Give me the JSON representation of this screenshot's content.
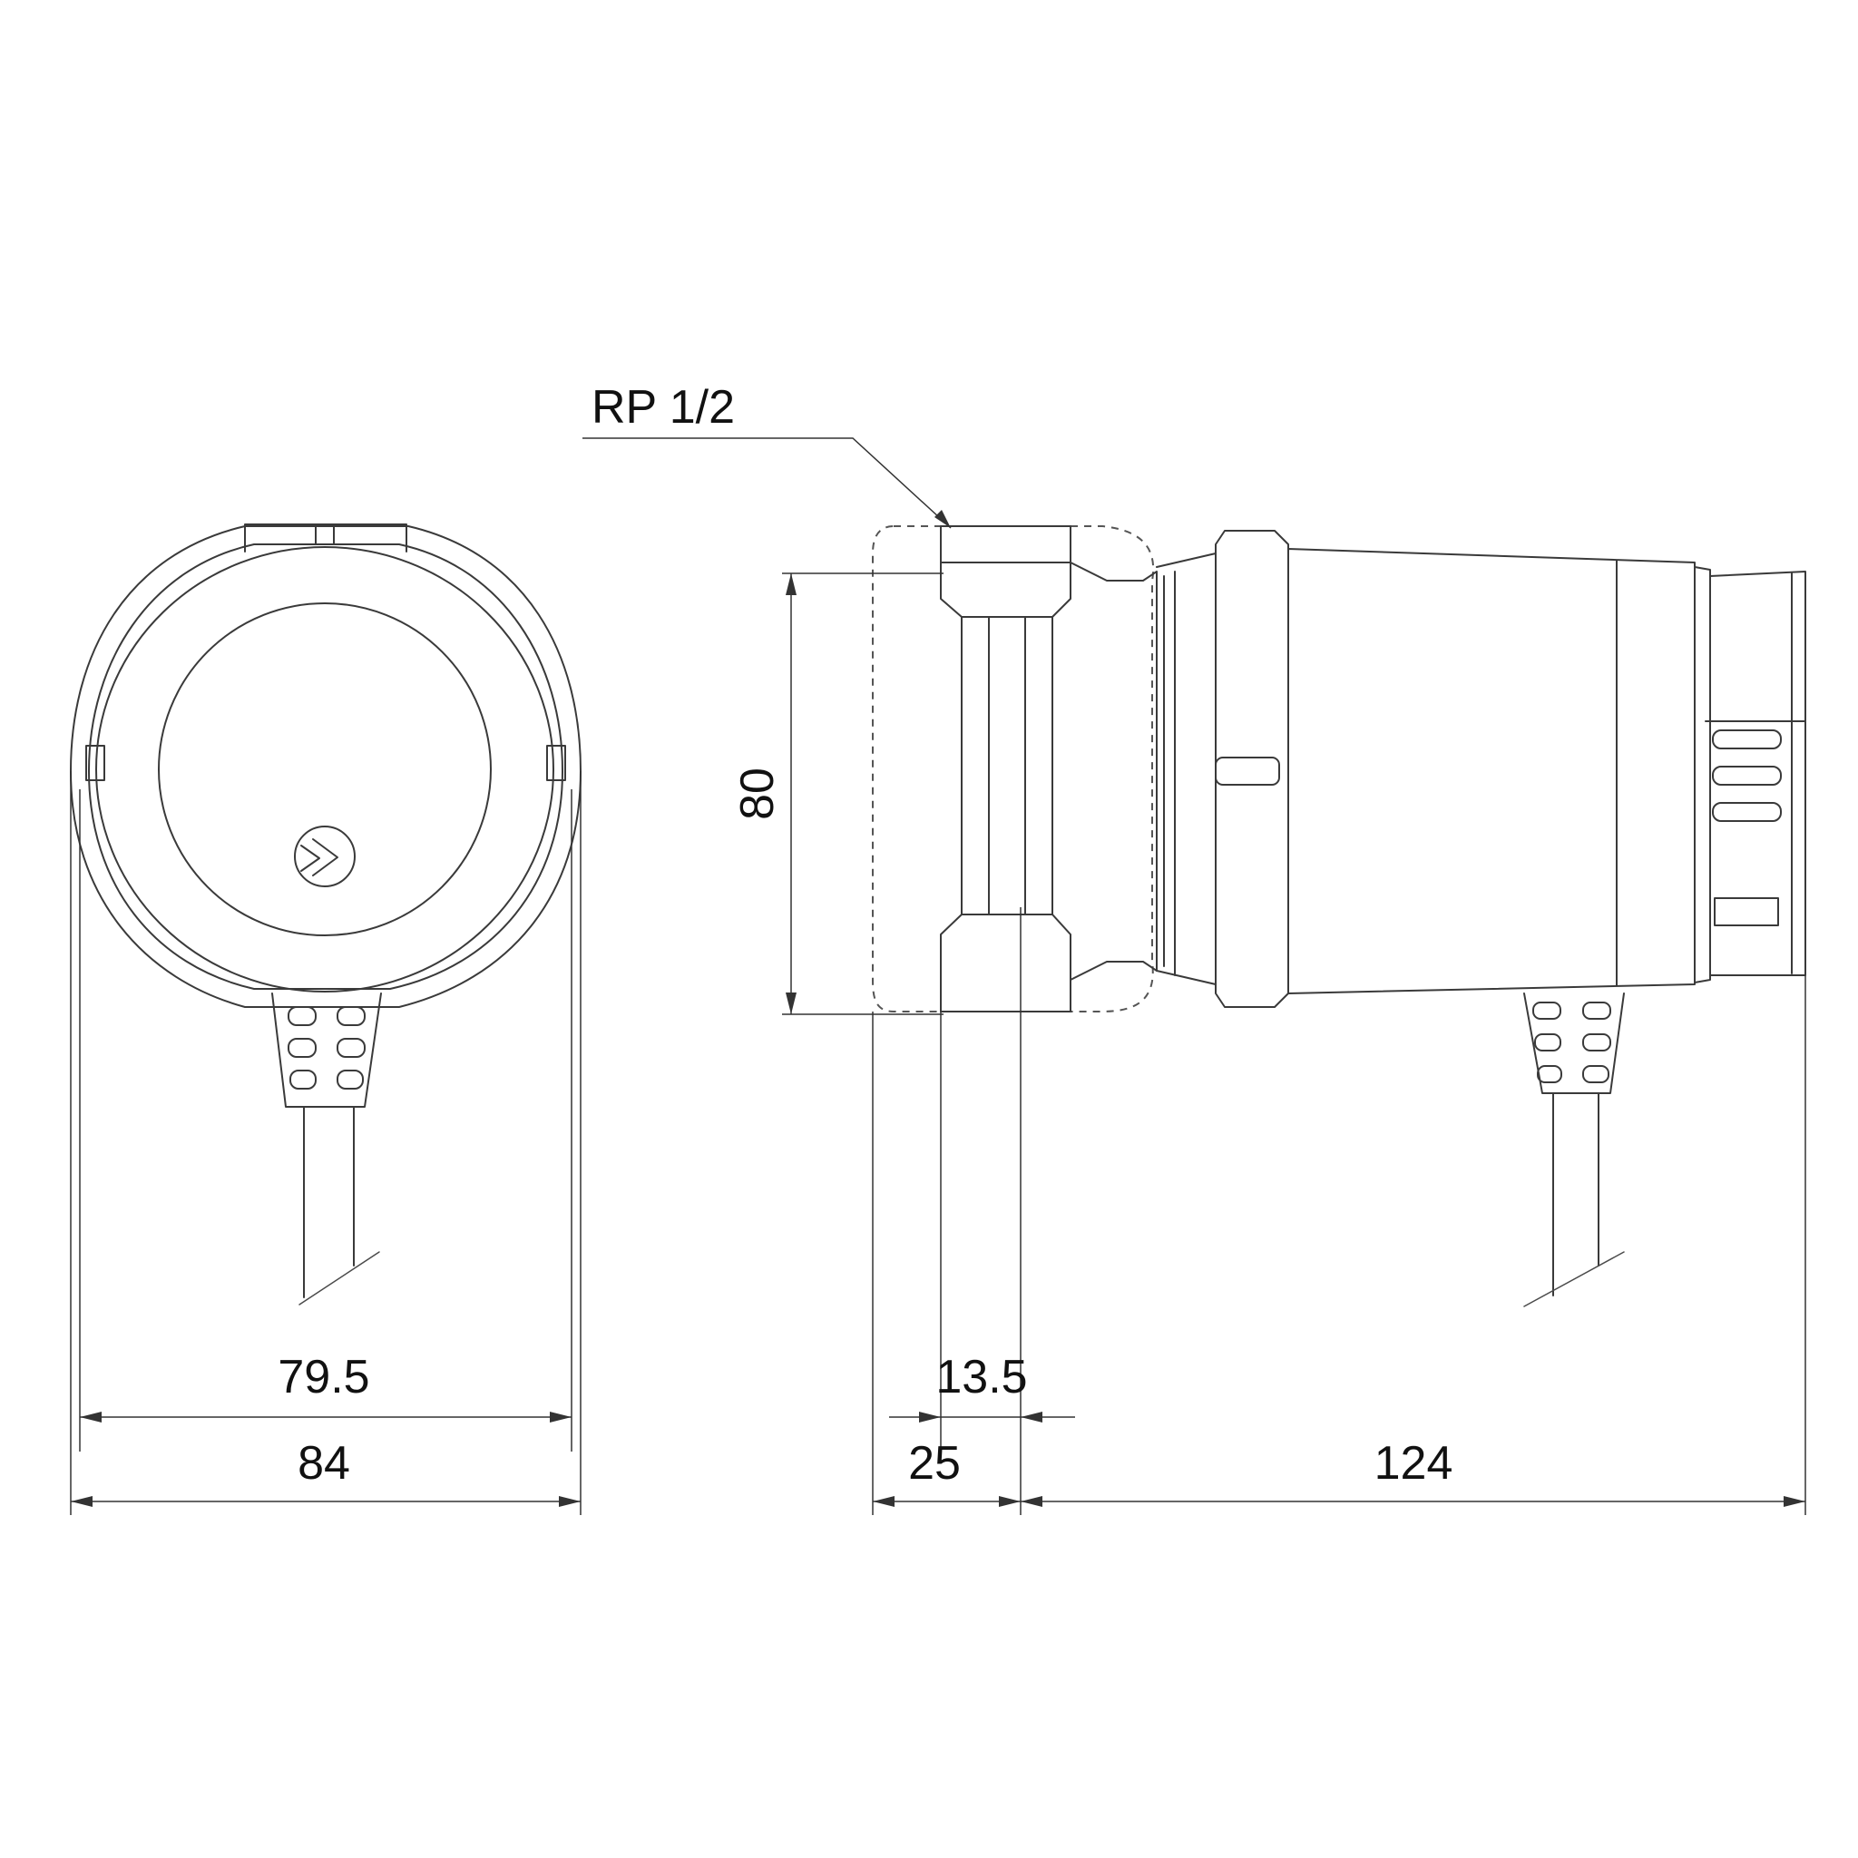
{
  "drawing": {
    "thread_callout": "RP 1/2",
    "dimensions": {
      "front_inner_width": "79.5",
      "front_outer_width": "84",
      "height": "80",
      "inlet_offset": "13.5",
      "port_length": "25",
      "body_length": "124"
    },
    "icons": {
      "front_logo": "chevron-logo-icon"
    },
    "colors": {
      "line": "#3a3a3a",
      "background": "#ffffff"
    }
  }
}
